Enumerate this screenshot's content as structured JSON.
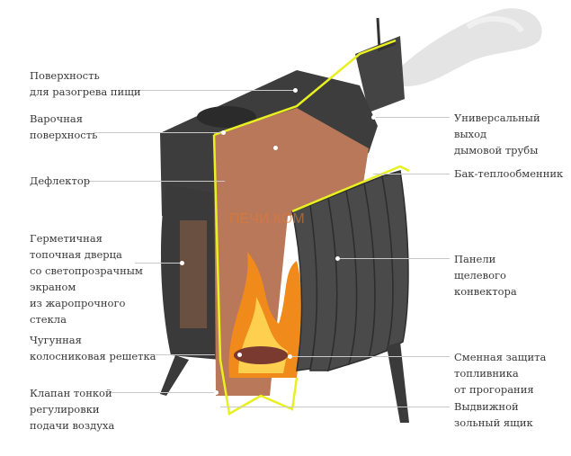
{
  "diagram": {
    "subject": "Cutaway of a wood-burning stove with slotted convector",
    "watermark": "ПЕЧИ.КОМ",
    "colors": {
      "body": "#3c3c3c",
      "outline": "#e8f020",
      "fire": "#f08a1a",
      "interior": "#b07050",
      "leader_line": "#c9c9c9",
      "text": "#3a3a3a"
    },
    "left_labels": [
      {
        "id": "heating-surface",
        "text": "Поверхность\nдля разогрева пищи"
      },
      {
        "id": "cooking-surface",
        "text": "Варочная\nповерхность"
      },
      {
        "id": "deflector",
        "text": "Дефлектор"
      },
      {
        "id": "door",
        "text": "Герметичная\nтопочная дверца\nсо светопрозрачным\nэкраном\nиз жаропрочного\nстекла"
      },
      {
        "id": "grate",
        "text": "Чугунная\nколосниковая решетка"
      },
      {
        "id": "air-valve",
        "text": "Клапан тонкой\nрегулировки\nподачи воздуха"
      }
    ],
    "right_labels": [
      {
        "id": "flue-outlet",
        "text": "Универсальный\nвыход\nдымовой трубы"
      },
      {
        "id": "heat-exchanger",
        "text": "Бак-теплообменник"
      },
      {
        "id": "convector-panels",
        "text": "Панели\nщелевого\nконвектора"
      },
      {
        "id": "firebox-protection",
        "text": "Сменная защита\nтопливника\nот прогорания"
      },
      {
        "id": "ash-drawer",
        "text": "Выдвижной\nзольный ящик"
      }
    ]
  }
}
